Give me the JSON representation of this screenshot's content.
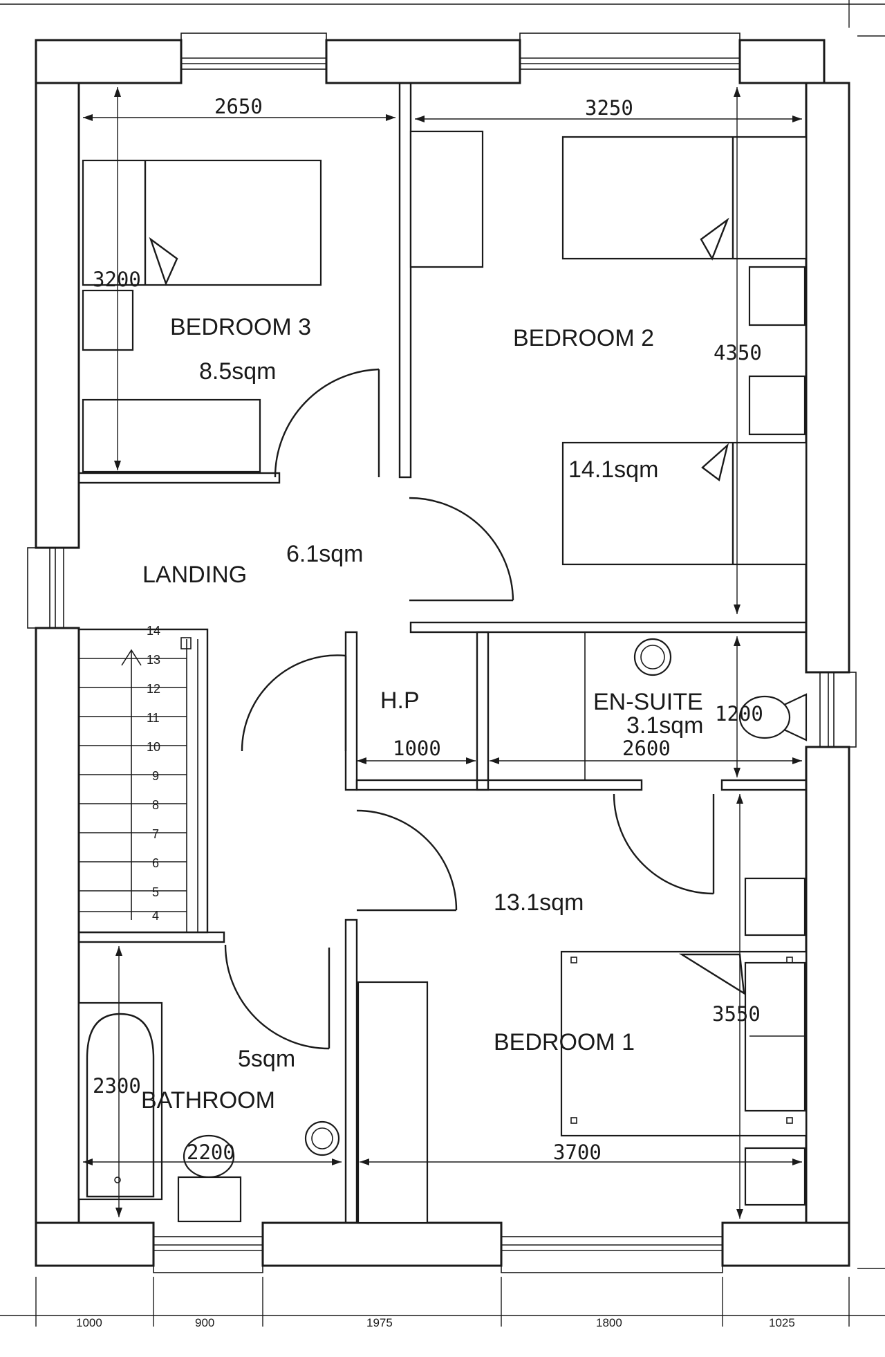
{
  "rooms": {
    "bedroom3": {
      "name": "BEDROOM 3",
      "area": "8.5sqm"
    },
    "bedroom2": {
      "name": "BEDROOM 2",
      "area": "14.1sqm"
    },
    "landing": {
      "name": "LANDING",
      "area": "6.1sqm"
    },
    "hp": {
      "name": "H.P"
    },
    "ensuite": {
      "name": "EN-SUITE",
      "area": "3.1sqm"
    },
    "bedroom1": {
      "name": "BEDROOM 1",
      "area": "13.1sqm"
    },
    "bathroom": {
      "name": "BATHROOM",
      "area": "5sqm"
    }
  },
  "dimensions": {
    "bedroom3_width": "2650",
    "bedroom3_depth": "3200",
    "bedroom2_width": "3250",
    "bedroom2_depth": "4350",
    "hp_width": "1000",
    "ensuite_width": "2600",
    "ensuite_depth": "1200",
    "bedroom1_depth": "3550",
    "bedroom1_width": "3700",
    "bathroom_depth": "2300",
    "bathroom_width": "2200"
  },
  "bottom_dimensions": [
    "1000",
    "900",
    "1975",
    "1800",
    "1025"
  ],
  "stair_numbers": [
    "14",
    "13",
    "12",
    "11",
    "10",
    "9",
    "8",
    "7",
    "6",
    "5",
    "4"
  ]
}
